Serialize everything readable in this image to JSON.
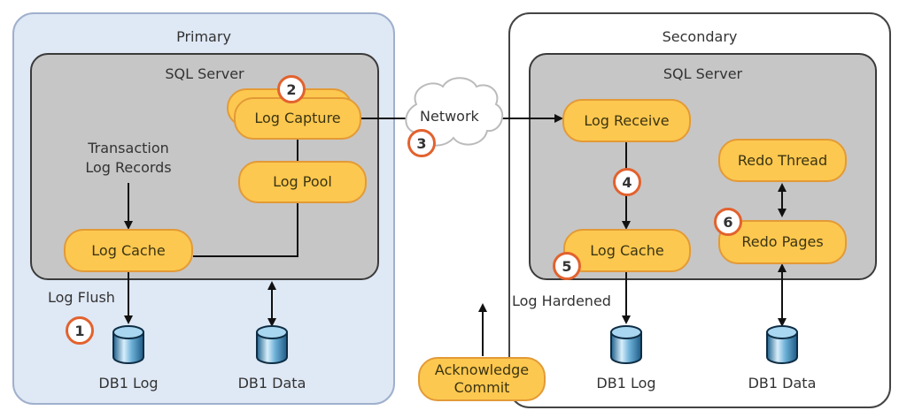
{
  "primary": {
    "title": "Primary",
    "sql_server_title": "SQL Server",
    "transaction_label_line1": "Transaction",
    "transaction_label_line2": "Log Records",
    "log_capture": "Log Capture",
    "log_pool": "Log Pool",
    "log_cache": "Log Cache",
    "log_flush": "Log Flush",
    "db_log": "DB1 Log",
    "db_data": "DB1 Data"
  },
  "network": {
    "label": "Network"
  },
  "secondary": {
    "title": "Secondary",
    "sql_server_title": "SQL Server",
    "log_receive": "Log Receive",
    "redo_thread": "Redo Thread",
    "log_cache": "Log Cache",
    "redo_pages": "Redo Pages",
    "log_hardened": "Log Hardened",
    "db_log": "DB1 Log",
    "db_data": "DB1 Data"
  },
  "acknowledge": {
    "line1": "Acknowledge",
    "line2": "Commit"
  },
  "steps": [
    "1",
    "2",
    "3",
    "4",
    "5",
    "6"
  ],
  "colors": {
    "pill_fill": "#fdc84f",
    "pill_border": "#e39a36",
    "badge_border": "#e2622e",
    "primary_bg": "#dfe8f5",
    "sql_bg": "#c6c6c6"
  }
}
